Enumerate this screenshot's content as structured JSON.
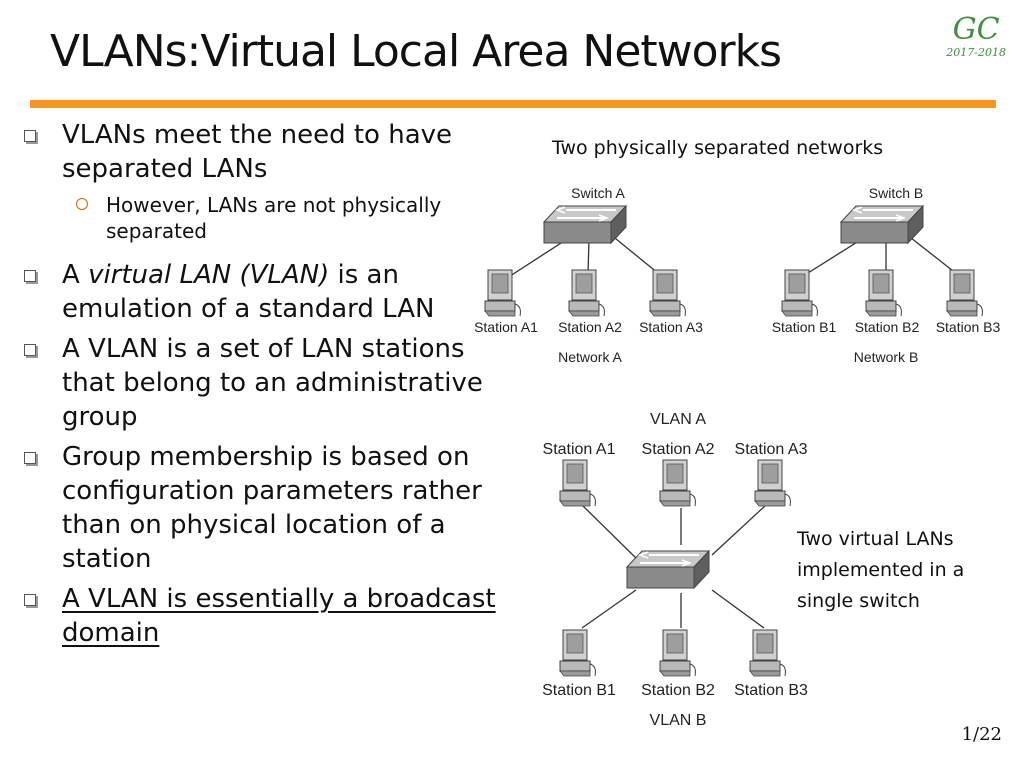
{
  "title": "VLANs:Virtual Local Area Networks",
  "logo": {
    "mark": "GC",
    "years": "2017-2018"
  },
  "accent": "#f7961e",
  "bullets": [
    {
      "text": "VLANs meet the need to have separated LANs",
      "sub": "However, LANs are not physically separated"
    },
    {
      "pre": "A ",
      "em": "virtual LAN (VLAN)",
      "post": " is an emulation of a standard LAN"
    },
    {
      "text": "A VLAN is a set of LAN stations that belong to an administrative group"
    },
    {
      "text": "Group membership is based on configuration parameters rather than on physical location of a station"
    },
    {
      "text": "A VLAN is essentially a broadcast domain"
    }
  ],
  "physical": {
    "caption": "Two physically separated networks",
    "networks": [
      {
        "switch": "Switch A",
        "name": "Network A",
        "stations": [
          "Station A1",
          "Station A2",
          "Station A3"
        ]
      },
      {
        "switch": "Switch B",
        "name": "Network B",
        "stations": [
          "Station B1",
          "Station B2",
          "Station B3"
        ]
      }
    ]
  },
  "virtual": {
    "vlan_a": "VLAN A",
    "vlan_b": "VLAN B",
    "top_stations": [
      "Station A1",
      "Station A2",
      "Station A3"
    ],
    "bottom_stations": [
      "Station B1",
      "Station B2",
      "Station B3"
    ],
    "caption": "Two virtual LANs implemented in a single switch"
  },
  "page": "1/22"
}
